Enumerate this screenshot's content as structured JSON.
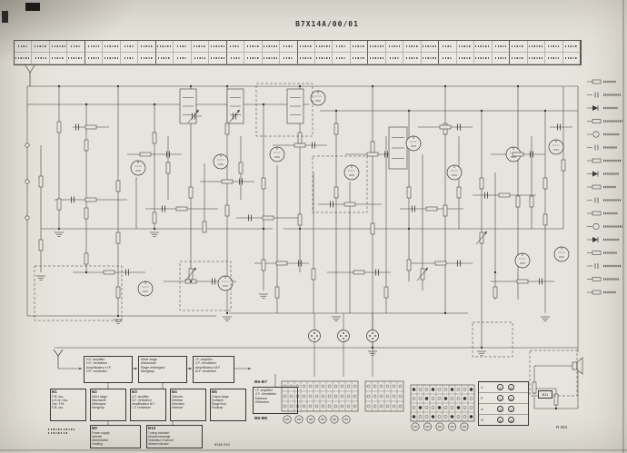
{
  "title": "B7X14A/00/01",
  "doc_number": "6166 919",
  "corner_ref": "R 204",
  "speaker_unit": "B11",
  "group_label_1": "B6-B7",
  "group_label_2": "B6-B8",
  "ink_color": "#3a3833",
  "paper_color": "#e7e4dd",
  "flow_boxes": [
    {
      "text": "H.F. amplifier\nH.F.-Verstärker\nAmplificateur H.F.\nH.F. versterker"
    },
    {
      "text": "Mixer stage\nMischstufe\nÉtage mélangeur\nMengtrap"
    },
    {
      "text": "I.F. amplifier\nZ.F.-Verstärker\nAmplificateur M.F.\nM.F. versterker"
    }
  ],
  "units": [
    {
      "id": "B1",
      "text": "F.M. osc.\nU.K.W.-Osz.\nOsc. F.M.\nF.M. osc."
    },
    {
      "id": "B2",
      "text": "Mixer stage\nMischstufe\nMélangeur\nMengtrap"
    },
    {
      "id": "B3",
      "text": "A.F. amplifier\nN.F.-Verstärker\nAmplificateur B.F.\nL.F. versterker"
    },
    {
      "id": "B4",
      "text": "Detector\nDetektor\nDétecteur\nDetector"
    },
    {
      "id": "B5",
      "text": "Output stage\nEndstufe\nÉtage final\nEindtrap"
    }
  ],
  "units_row2": [
    {
      "id": "B9",
      "text": "Power supply\nNetzteil\nAlimentation\nVoeding"
    },
    {
      "id": "B10",
      "text": "Tuning indicator\nAbstimmanzeige\nIndicateur d'accord\nAfstemindicator"
    }
  ],
  "group_box": {
    "text": "I.F. amplifier\nZ.F.-Verstärker\nDetector\nDétecteur"
  },
  "pin_table": {
    "rows": [
      {
        "label": "C",
        "a": "1",
        "b": "5"
      },
      {
        "label": "P",
        "a": "2",
        "b": "6"
      },
      {
        "label": "U",
        "a": "3",
        "b": "7"
      },
      {
        "label": "G",
        "a": "4",
        "b": "8"
      }
    ]
  }
}
